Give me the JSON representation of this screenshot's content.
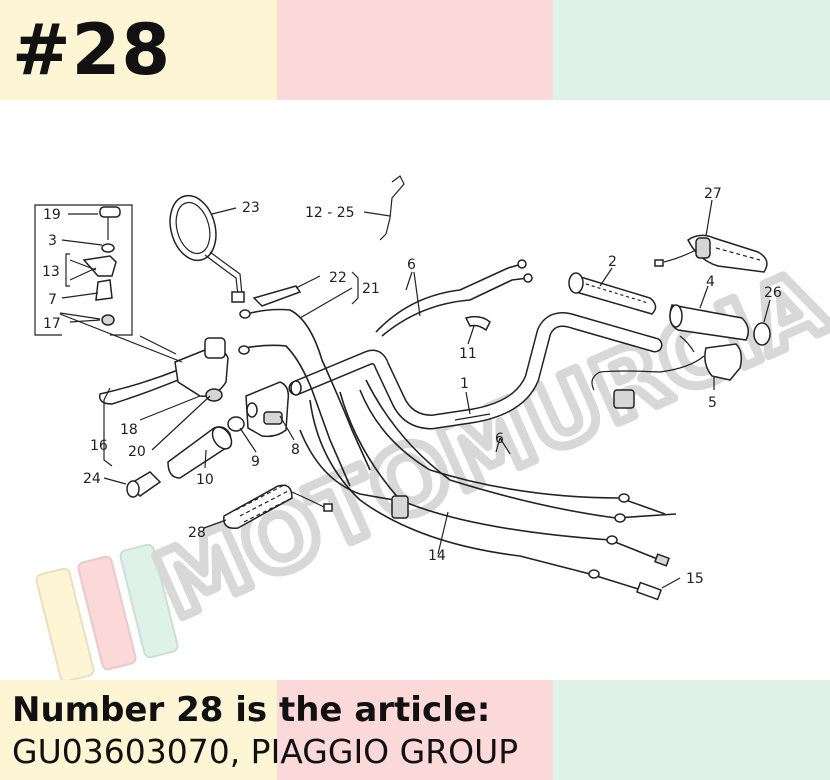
{
  "header": {
    "title": "#28"
  },
  "colors": {
    "band_yellow": "#fdf5d4",
    "band_pink": "#fbd9d8",
    "band_mint": "#dff2ea"
  },
  "watermark": {
    "text": "MOTOMURCIA"
  },
  "diagram": {
    "labels": {
      "l1": "1",
      "l2": "2",
      "l3": "3",
      "l4": "4",
      "l5": "5",
      "l6a": "6",
      "l6b": "6",
      "l7": "7",
      "l8": "8",
      "l9": "9",
      "l10": "10",
      "l11": "11",
      "l12": "12 - 25",
      "l13": "13",
      "l14": "14",
      "l15": "15",
      "l16": "16",
      "l17": "17",
      "l18": "18",
      "l19": "19",
      "l20": "20",
      "l21": "21",
      "l22": "22",
      "l23": "23",
      "l24": "24",
      "l26": "26",
      "l27": "27",
      "l28": "28"
    }
  },
  "footer": {
    "line1": "Number 28 is the article:",
    "line2": "GU03603070, PIAGGIO GROUP"
  }
}
